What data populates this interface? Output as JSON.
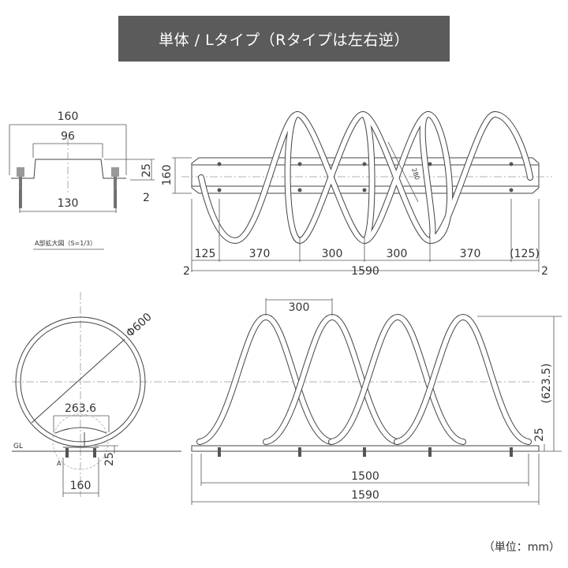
{
  "title": "単体 / Lタイプ（Rタイプは左右逆）",
  "detail": {
    "width_total": "160",
    "width_top": "96",
    "bolt_pitch": "130",
    "height": "25",
    "thickness": "2",
    "caption": "A部拡大図（S=1/3）"
  },
  "plan": {
    "depth": "160",
    "spans": [
      "125",
      "370",
      "300",
      "300",
      "370",
      "(125)"
    ],
    "total": "1590",
    "edge_left": "2",
    "edge_right": "2",
    "diag": "280"
  },
  "front": {
    "diameter": "Φ600",
    "inner_width": "263.6",
    "base_width": "160",
    "base_height": "25",
    "gl": "GL",
    "detail_mark": "A"
  },
  "side": {
    "pitch": "300",
    "height": "(623.5)",
    "base_height": "25",
    "anchor_span": "1500",
    "total": "1590"
  },
  "unit": "（単位：mm）"
}
